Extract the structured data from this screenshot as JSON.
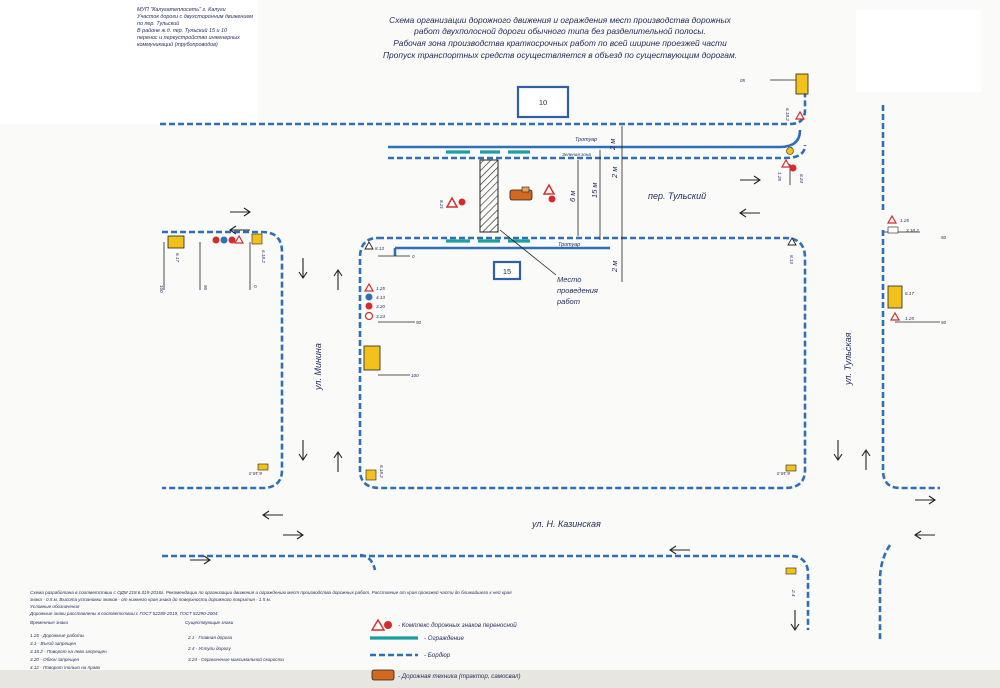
{
  "colors": {
    "paper": "#ffffff",
    "background": "#7a7a7e",
    "road_edge": "#2f6fb6",
    "fence": "#1aa0a0",
    "sign_yellow": "#f2c21a",
    "sign_red": "#d62b2b",
    "machine": "#d2691e",
    "text": "#1f2a5a"
  },
  "header": {
    "left_lines": [
      "МУП \"Калугатеплосеть\" г. Калуги",
      "Участок дороги с двухсторонним движением",
      "по пер. Тульский",
      "В районе ж.д. пер. Тульский 15 и 10",
      "перенос и переустройство инженерных",
      "коммуникаций (трубопроводов)"
    ],
    "title_lines": [
      "Схема организации дорожного движения и ограждения мест производства дорожных",
      "работ двухполосной дороги обычного типа без разделительной полосы.",
      "Рабочая зона производства краткосрочных работ по всей ширине проезжей части",
      "Пропуск транспортных средств осуществляется в объезд по существующим дорогам."
    ]
  },
  "map": {
    "buildings": [
      "10",
      "15"
    ],
    "labels": {
      "sidewalk_top": "Тротуар",
      "green_zone": "Зеленая зона",
      "sidewalk_bottom": "Тротуар",
      "work_site": [
        "Место",
        "проведения",
        "работ"
      ]
    },
    "streets": {
      "tulsky": "пер. Тульский",
      "minina": "ул. Минина",
      "tulskaya": "ул. Тульская",
      "kozinskaya": "ул. Н. Казинская"
    },
    "dimensions": [
      "2 м",
      "15 м",
      "6 м",
      "2 м",
      "2 м"
    ],
    "distances": [
      "100",
      "50",
      "0",
      "50",
      "100",
      "0",
      "50",
      "50",
      "0",
      "05"
    ],
    "signs": [
      "1.25",
      "3.1",
      "3.18.2",
      "4.13",
      "3.20",
      "3.24",
      "6.17",
      "6.18.2",
      "6.18.3",
      "2.4",
      "8.13",
      "1.34.1",
      "8.21",
      "8.24"
    ]
  },
  "notes": {
    "lines": [
      "Схема разработана в соответствии с ОДМ 218.6.019-2016г. Рекомендации по организации движения и ограждению мест производства дорожных работ. Расстояние от края проезжей части до ближайшего к ней края",
      "знака - 0.5 м. Высота установки знаков - от нижнего края знака до поверхности дорожного покрытия - 1.5 м.",
      "Условные обозначения",
      "Дорожные знаки расставлены в соответствии с ГОСТ 52289-2019, ГОСТ 52290-2004"
    ],
    "temp_header": "Временные знаки",
    "temp_signs": [
      "1.25 - Дорожные работы",
      "3.1 - Въезд запрещен",
      "3.18.2 - Поворот на лево запрещен",
      "3.20 - Обгон запрещен",
      "4.12 - Поворот только на право"
    ],
    "exist_header": "Существующие знаки",
    "exist_signs": [
      "2.1 - Главная дорога",
      "2.4 - Уступи дорогу",
      "3.24 - Ограничение максимальной скорости"
    ],
    "legend": {
      "complex": "- Комплекс дорожных знаков переносной",
      "fence": "- Ограждение",
      "border": "- Бордюр",
      "machine": "- Дорожная техника (трактор, самосвал)"
    }
  }
}
